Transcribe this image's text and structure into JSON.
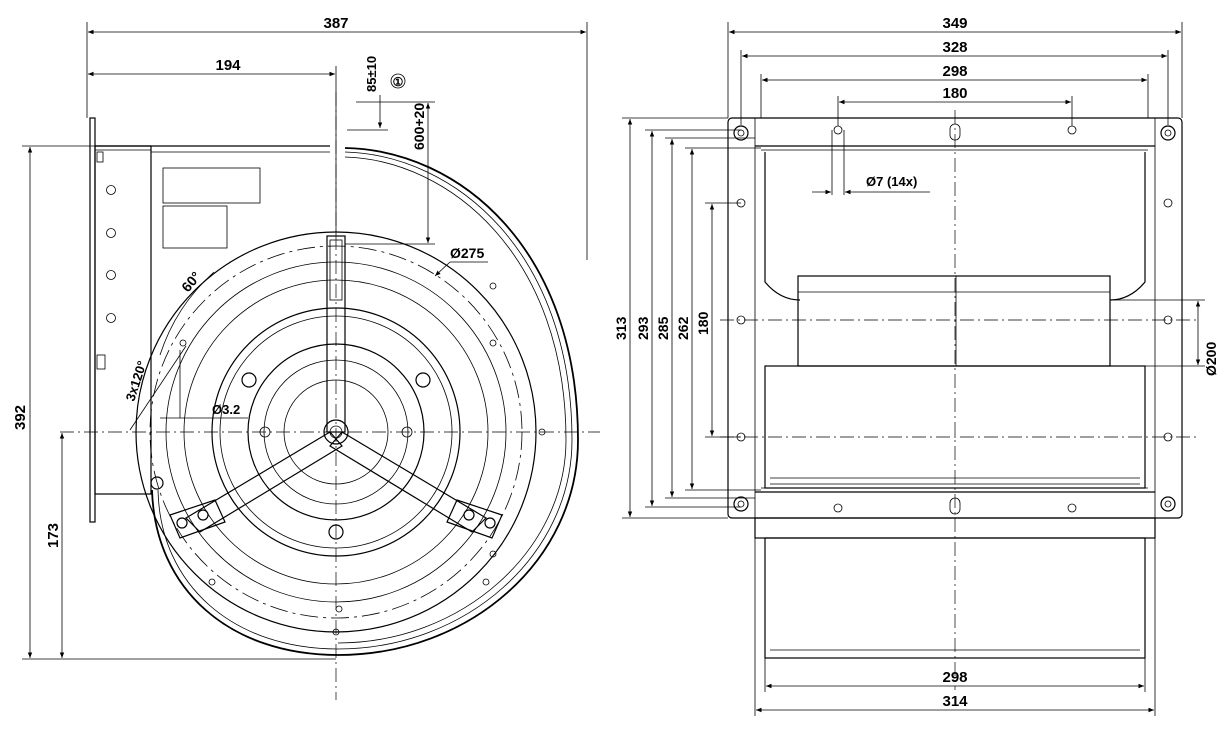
{
  "side_view": {
    "dims": {
      "overall_width": "387",
      "center_offset": "194",
      "cable_offset": "85±10",
      "cable_length": "600+20",
      "impeller_dia": "Ø275",
      "angle": "60°",
      "hole_pattern": "3x120°",
      "hole_dia": "Ø3.2",
      "overall_height": "392",
      "center_height": "173"
    },
    "note_marker": "①"
  },
  "front_view": {
    "dims": {
      "flange_width": "349",
      "hole_span": "328",
      "outlet_width": "298",
      "hole_pitch": "180",
      "hole_dia": "Ø7 (14x)",
      "height_313": "313",
      "height_293": "293",
      "height_285": "285",
      "height_262": "262",
      "height_180": "180",
      "inlet_dia": "Ø200",
      "bottom_inner": "298",
      "bottom_outer": "314"
    }
  }
}
